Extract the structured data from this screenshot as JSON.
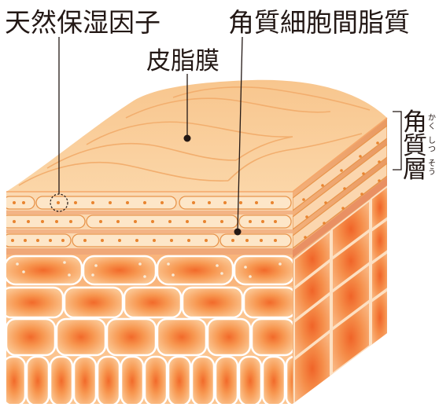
{
  "labels": {
    "natural_moisturizing_factor": "天然保湿因子",
    "intercellular_lipid": "角質細胞間脂質",
    "sebum_film": "皮脂膜"
  },
  "stratum_corneum": {
    "chars": [
      "角",
      "質",
      "層"
    ],
    "ruby": [
      "か",
      "く",
      "し",
      "つ",
      "そ",
      "う"
    ]
  },
  "colors": {
    "surface_light": "#fbd7a6",
    "surface_dark": "#f3b97b",
    "corneum_cell": "#fde6c8",
    "corneum_outline": "#e8954c",
    "lipid_layer": "#f0a878",
    "cell_fill": "#fbc48f",
    "cell_core": "#f26a2a",
    "cell_outline": "#ffffff",
    "leader_line": "#231815",
    "text": "#231815"
  }
}
